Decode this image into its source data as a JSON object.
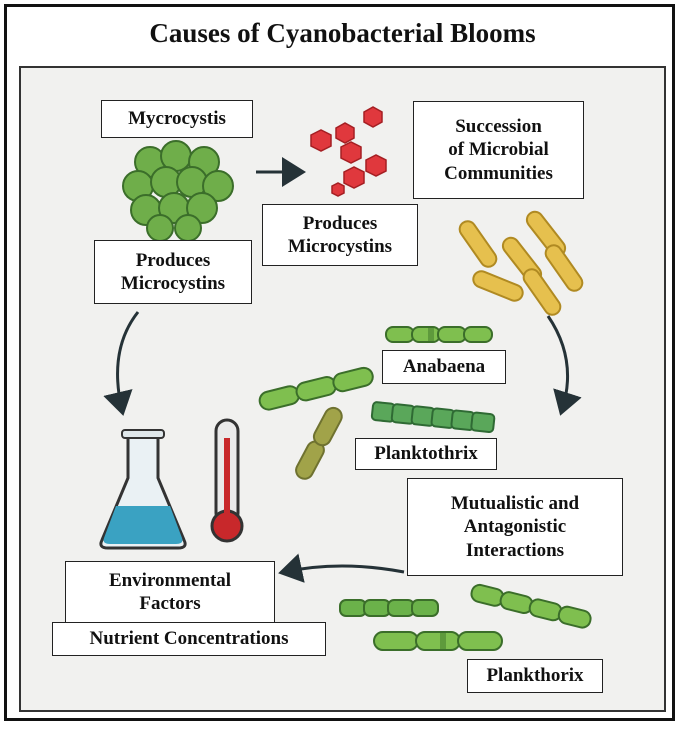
{
  "title": "Causes of Cyanobacterial Blooms",
  "labels": {
    "mycrocystis": "Mycrocystis",
    "produces_left": [
      "Produces",
      "Microcystins"
    ],
    "produces_mid": [
      "Produces",
      "Microcystins"
    ],
    "succession": [
      "Succession",
      "of Microbial",
      "Communities"
    ],
    "anabaena": "Anabaena",
    "planktothrix": "Planktothrix",
    "interactions": [
      "Mutualistic and",
      "Antagonistic",
      "Interactions"
    ],
    "environmental": [
      "Environmental",
      "Factors"
    ],
    "nutrient": "Nutrient Concentrations",
    "plankthorix": "Plankthorix"
  },
  "colors": {
    "cell_green": "#6fae4a",
    "dark_green": "#3b6e2a",
    "toxin_red": "#e0383d",
    "rod_yellow": "#e6c04e",
    "flask_liquid": "#3aa2c2",
    "thermo_red": "#c8282b",
    "arrow": "#253237"
  }
}
